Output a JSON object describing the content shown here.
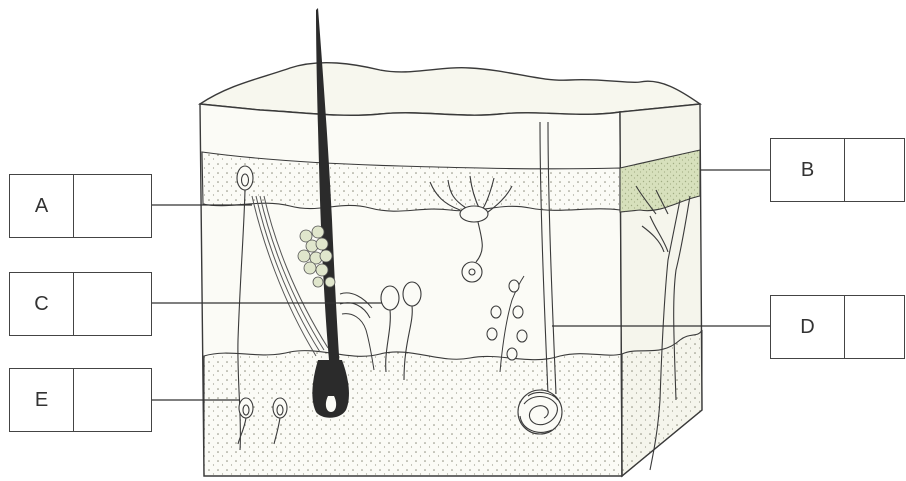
{
  "labels": {
    "A": "A",
    "B": "B",
    "C": "C",
    "D": "D",
    "E": "E"
  },
  "colors": {
    "outline": "#3a3a3a",
    "epidermis": "#f6f6ea",
    "dermis": "#fbfbf6",
    "hypodermis": "#f4f3e6",
    "layer_tint": "#d7e0bc",
    "hair": "#2b2b2b"
  }
}
